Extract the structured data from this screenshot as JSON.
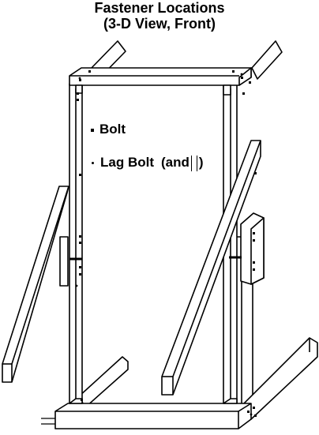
{
  "title": {
    "line1": "Fastener Locations",
    "line2": "(3-D View, Front)"
  },
  "legend": {
    "bolt": {
      "marker": "square-marker",
      "label": "Bolt"
    },
    "lag_bolt": {
      "marker": "dot-marker",
      "label": "Lag Bolt",
      "suffix": "(and",
      "suffix_close": ")"
    }
  },
  "colors": {
    "line": "#000000",
    "fill": "#ffffff"
  }
}
